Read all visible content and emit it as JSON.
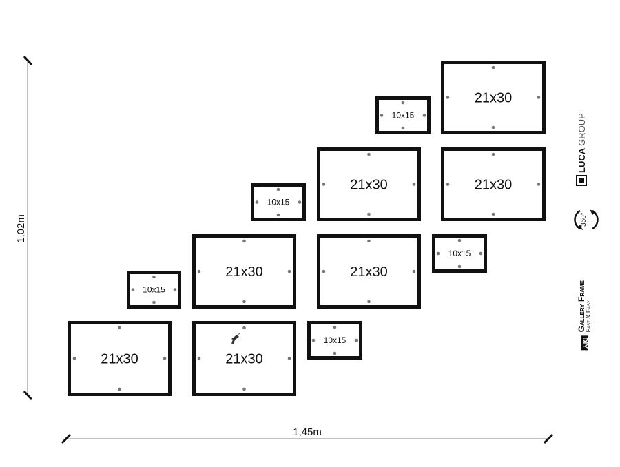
{
  "dimensions": {
    "height_label": "1,02m",
    "width_label": "1,45m"
  },
  "frames": [
    {
      "size": "21x30"
    },
    {
      "size": "21x30",
      "icon": "drill-icon"
    },
    {
      "size": "10x15"
    },
    {
      "size": "10x15"
    },
    {
      "size": "21x30"
    },
    {
      "size": "21x30"
    },
    {
      "size": "10x15"
    },
    {
      "size": "10x15"
    },
    {
      "size": "21x30"
    },
    {
      "size": "21x30"
    },
    {
      "size": "10x15"
    },
    {
      "size": "21x30"
    }
  ],
  "branding": {
    "luca_bold": "LUCA",
    "luca_light": "GROUP",
    "rotate_label": "360°",
    "diy": "DIY",
    "gallery_title": "Gallery Frame",
    "gallery_sub": "Fast & Easy"
  },
  "colors": {
    "frame": "#111111",
    "dot": "#777777",
    "dimension_line": "#aaaaaa"
  }
}
